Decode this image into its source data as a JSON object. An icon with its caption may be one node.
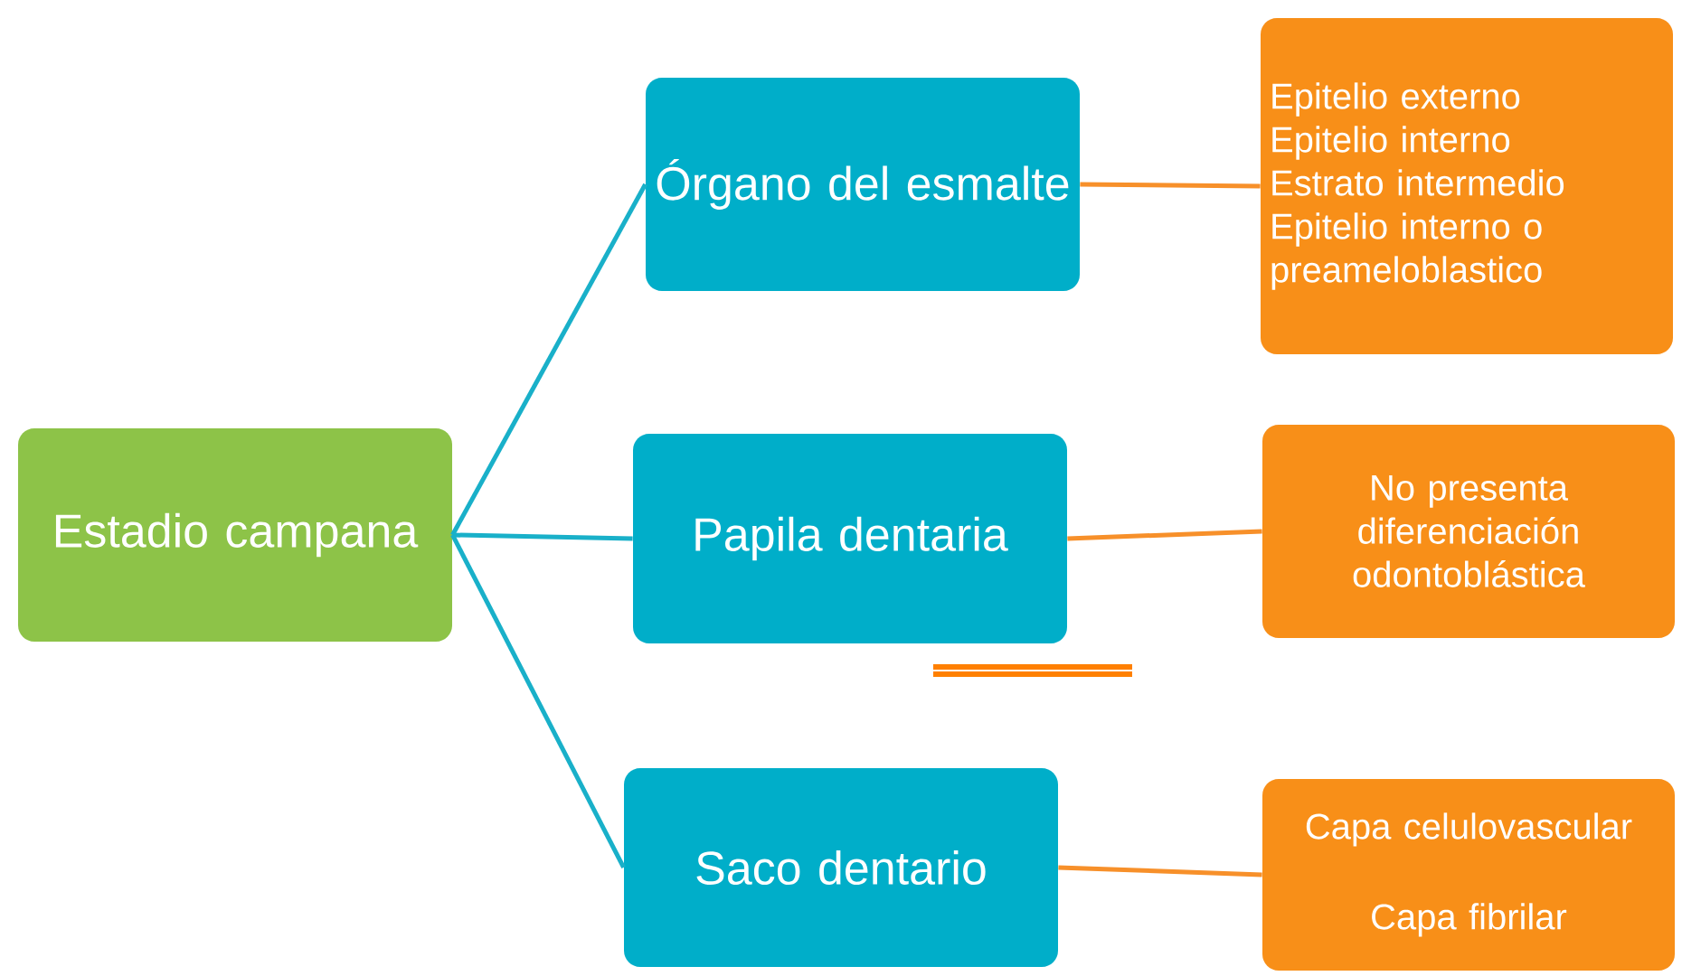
{
  "diagram": {
    "nodes": [
      {
        "text": [
          "Estadio campana"
        ]
      },
      {
        "text": [
          "Órgano del esmalte"
        ]
      },
      {
        "text": [
          "Papila dentaria"
        ]
      },
      {
        "text": [
          "Saco dentario"
        ]
      },
      {
        "text": [
          "Epitelio externo",
          "Epitelio interno",
          "Estrato intermedio",
          "Epitelio interno o preameloblastico"
        ]
      },
      {
        "text": [
          "No presenta diferenciación odontoblástica"
        ]
      },
      {
        "text": [
          "Capa celulovascular",
          "Capa fibrilar"
        ]
      }
    ],
    "edges": [
      {
        "from": 0,
        "to": 1,
        "arrow": "none",
        "color": "#19b0c9"
      },
      {
        "from": 0,
        "to": 2,
        "arrow": "none",
        "color": "#19b0c9"
      },
      {
        "from": 0,
        "to": 3,
        "arrow": "none",
        "color": "#19b0c9"
      },
      {
        "from": 1,
        "to": 4,
        "arrow": "none",
        "color": "#f7902a"
      },
      {
        "from": 2,
        "to": 5,
        "arrow": "none",
        "color": "#f7902a"
      },
      {
        "from": 3,
        "to": 6,
        "arrow": "none",
        "color": "#f7902a"
      }
    ]
  }
}
